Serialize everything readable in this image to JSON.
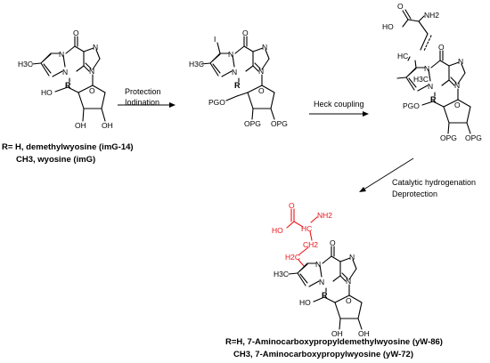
{
  "atoms": {
    "o": "O",
    "n": "N",
    "r": "R",
    "h3c": "H3C",
    "ho": "HO",
    "oh": "OH",
    "i": "I",
    "pgo": "PGO",
    "opg": "OPG",
    "nh2": "NH2",
    "hc": "HC",
    "ch2": "CH2",
    "h2c": "H2C"
  },
  "steps": {
    "step1_line1": "Protection",
    "step1_line2": "Iodination",
    "step2": "Heck coupling",
    "step3_line1": "Catalytic hydrogenation",
    "step3_line2": "Deprotection"
  },
  "captions": {
    "start_line1": "R= H, demethylwyosine (imG-14)",
    "start_line2": "CH3, wyosine (imG)",
    "product_line1": "R=H, 7-Aminocarboxypropyldemethylwyosine (yW-86)",
    "product_line2": "CH3, 7-Aminocarboxypropylwyosine (yW-72)"
  },
  "colors": {
    "ink": "#000000",
    "highlight": "#e8151b"
  }
}
